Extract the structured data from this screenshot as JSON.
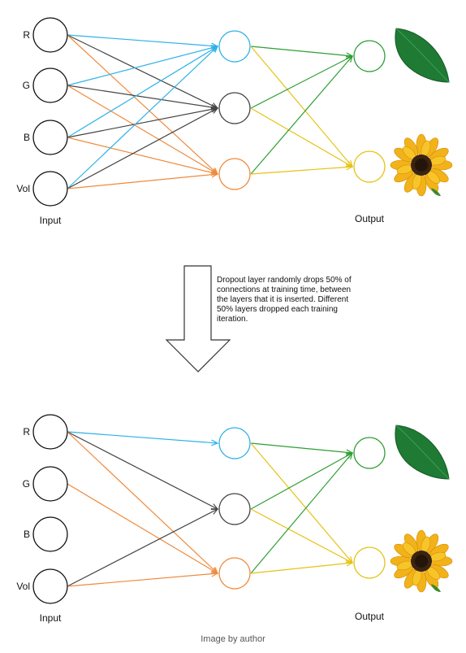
{
  "colors": {
    "blue": "#2fb2e8",
    "dark": "#444444",
    "orange": "#f08a3c",
    "green": "#2e9e33",
    "yellow": "#e6c214",
    "node_stroke": "#111111"
  },
  "icons": [
    "leaf-icon",
    "sunflower-icon",
    "down-arrow-icon"
  ],
  "before": {
    "inputs": [
      "R",
      "G",
      "B",
      "Vol"
    ],
    "input_label": "Input",
    "output_label": "Output"
  },
  "after": {
    "inputs": [
      "R",
      "G",
      "B",
      "Vol"
    ],
    "input_label": "Input",
    "output_label": "Output"
  },
  "note": "Dropout layer randomly drops 50% of connections at training time, between the layers that it is inserted. Different 50% layers dropped each training iteration.",
  "caption": "Image by author"
}
